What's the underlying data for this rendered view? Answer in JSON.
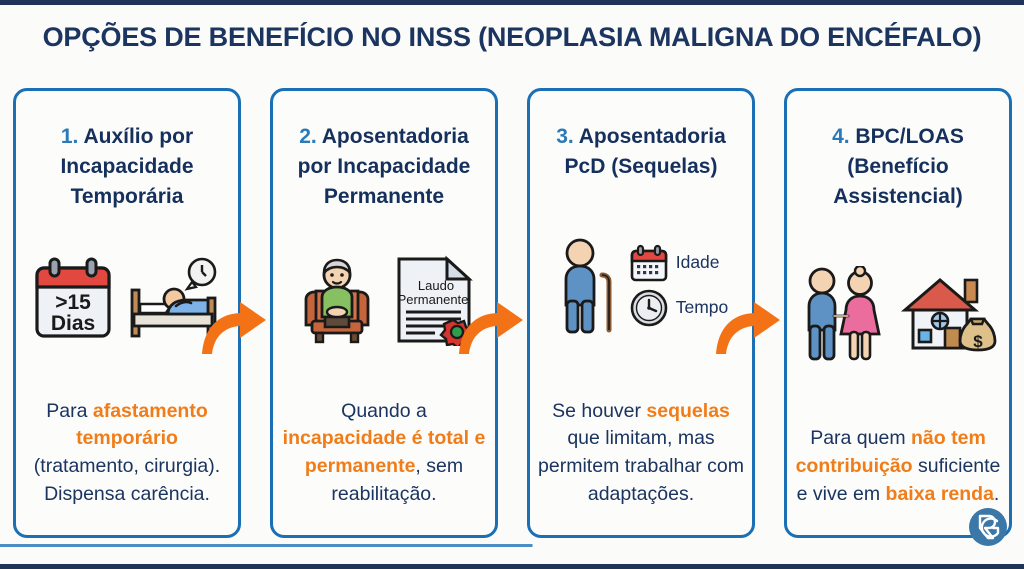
{
  "title": "OPÇÕES DE BENEFÍCIO NO INSS (NEOPLASIA MALIGNA DO ENCÉFALO)",
  "colors": {
    "border_blue": "#1a6fb5",
    "title_navy": "#1b3460",
    "number_blue": "#2a7ab9",
    "highlight_orange": "#f07d1a",
    "arrow_orange": "#f47216",
    "background": "#fbfbf9"
  },
  "cards": [
    {
      "number": "1.",
      "title": "Auxílio por Incapacidade Temporária",
      "icons": [
        {
          "name": "calendar-15-days-icon",
          "label_line1": ">15",
          "label_line2": "Dias"
        },
        {
          "name": "person-in-bed-icon",
          "label": ""
        }
      ],
      "body": [
        {
          "text": "Para ",
          "bold": false
        },
        {
          "text": "afastamento temporário",
          "bold": true
        },
        {
          "text": " (tratamento, cirurgia). Dispensa carência.",
          "bold": false
        }
      ]
    },
    {
      "number": "2.",
      "title": "Aposentadoria por Incapacidade Permanente",
      "icons": [
        {
          "name": "elderly-person-armchair-icon",
          "label": ""
        },
        {
          "name": "medical-report-icon",
          "label_line1": "Laudo",
          "label_line2": "Permanente"
        }
      ],
      "body": [
        {
          "text": "Quando a ",
          "bold": false
        },
        {
          "text": "incapacidade é total e permanente",
          "bold": true
        },
        {
          "text": ", sem reabilitação.",
          "bold": false
        }
      ]
    },
    {
      "number": "3.",
      "title": "Aposentadoria PcD (Sequelas)",
      "icons": [
        {
          "name": "person-with-cane-icon",
          "label": ""
        },
        {
          "name": "calendar-icon",
          "label": "Idade"
        },
        {
          "name": "clock-icon",
          "label": "Tempo"
        }
      ],
      "body": [
        {
          "text": "Se houver ",
          "bold": false
        },
        {
          "text": "sequelas",
          "bold": true
        },
        {
          "text": " que limitam, mas permitem trabalhar com adaptações.",
          "bold": false
        }
      ]
    },
    {
      "number": "4.",
      "title": "BPC/LOAS (Benefício Assistencial)",
      "icons": [
        {
          "name": "couple-icon",
          "label": ""
        },
        {
          "name": "house-icon",
          "label": ""
        },
        {
          "name": "money-bag-icon",
          "label": ""
        }
      ],
      "body": [
        {
          "text": "Para quem ",
          "bold": false
        },
        {
          "text": "não tem contribuição",
          "bold": true
        },
        {
          "text": " suficiente e vive em ",
          "bold": false
        },
        {
          "text": "baixa renda",
          "bold": true
        },
        {
          "text": ".",
          "bold": false
        }
      ]
    }
  ],
  "arrows": [
    {
      "name": "arrow-card1-to-card2"
    },
    {
      "name": "arrow-card2-to-card3"
    },
    {
      "name": "arrow-card3-to-card4"
    }
  ],
  "logo": {
    "name": "rg-monogram-logo",
    "text": "RG"
  }
}
